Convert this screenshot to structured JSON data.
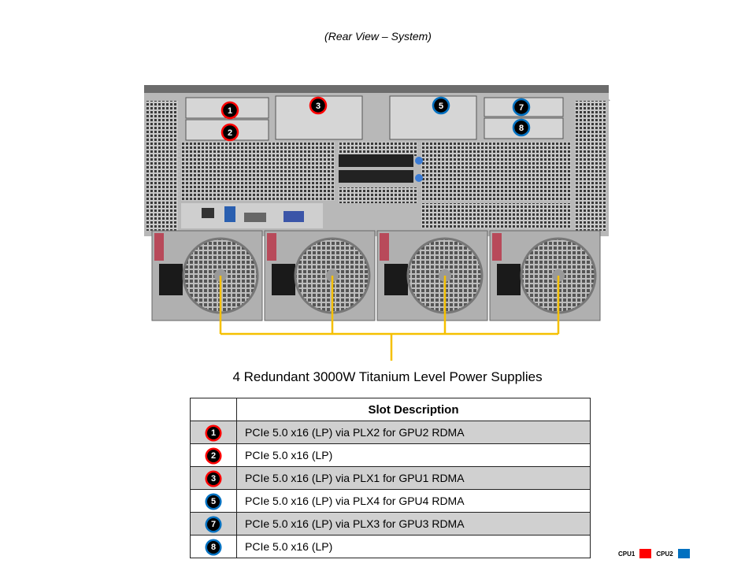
{
  "title": "(Rear View – System)",
  "caption": "4 Redundant 3000W Titanium Level Power Supplies",
  "colors": {
    "cpu1": "#ff0000",
    "cpu2": "#0070c0",
    "psu_line": "#f5c000"
  },
  "slot_badges": [
    "1",
    "2",
    "3",
    "5",
    "7",
    "8"
  ],
  "table": {
    "header": "Slot Description",
    "rows": [
      {
        "slot": "1",
        "cpu": "cpu1",
        "description": "PCIe 5.0 x16 (LP) via PLX2 for GPU2 RDMA"
      },
      {
        "slot": "2",
        "cpu": "cpu1",
        "description": "PCIe 5.0 x16 (LP)"
      },
      {
        "slot": "3",
        "cpu": "cpu1",
        "description": "PCIe 5.0 x16 (LP) via PLX1 for GPU1 RDMA"
      },
      {
        "slot": "5",
        "cpu": "cpu2",
        "description": "PCIe 5.0 x16 (LP) via PLX4 for GPU4 RDMA"
      },
      {
        "slot": "7",
        "cpu": "cpu2",
        "description": "PCIe 5.0 x16 (LP) via PLX3 for GPU3 RDMA"
      },
      {
        "slot": "8",
        "cpu": "cpu2",
        "description": "PCIe 5.0 x16 (LP)"
      }
    ]
  },
  "legend": {
    "cpu1": "CPU1",
    "cpu2": "CPU2"
  }
}
